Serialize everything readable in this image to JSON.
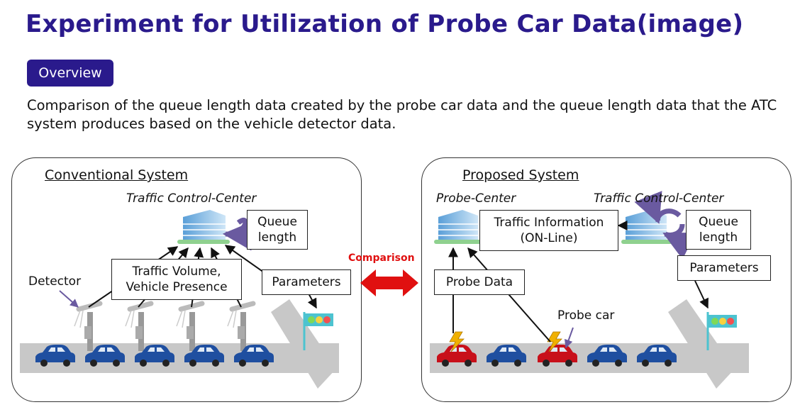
{
  "title": "Experiment for Utilization of Probe Car Data(image)",
  "overview_label": "Overview",
  "description": "Comparison of the queue length data created by the probe car data and the queue length data that the ATC system produces based on the vehicle detector data.",
  "comparison_label": "Comparison",
  "conventional": {
    "title": "Conventional System",
    "center_label": "Traffic Control-Center",
    "queue_length": "Queue length",
    "detector_label": "Detector",
    "traffic_volume": "Traffic Volume, Vehicle Presence",
    "parameters": "Parameters"
  },
  "proposed": {
    "title": "Proposed System",
    "probe_center_label": "Probe-Center",
    "center_label": "Traffic Control-Center",
    "traffic_info": "Traffic Information (ON-Line)",
    "queue_length": "Queue length",
    "parameters": "Parameters",
    "probe_data": "Probe Data",
    "probe_car_label": "Probe car"
  },
  "colors": {
    "title": "#2a1a8c",
    "comparison_arrow": "#e01010",
    "road": "#c8c8c8",
    "normal_car": "#1f4fa0",
    "probe_car": "#c8101a",
    "cycle_arrow": "#6a5aa0",
    "lightning": "#f0b000"
  }
}
